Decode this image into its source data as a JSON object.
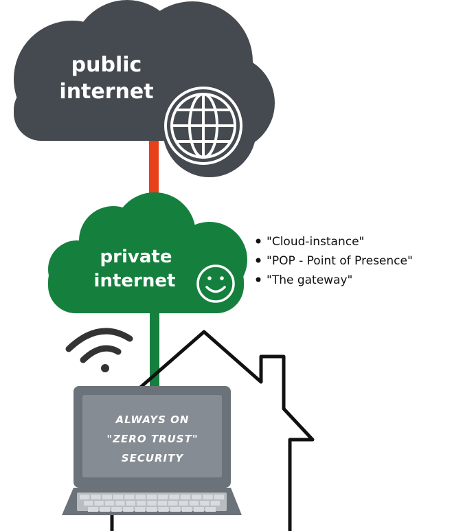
{
  "public_cloud": {
    "line1": "public",
    "line2": "internet",
    "icon": "globe-icon"
  },
  "private_cloud": {
    "line1": "private",
    "line2": "internet",
    "icon": "smiley-icon"
  },
  "bullets": [
    "\"Cloud-instance\"",
    "\"POP - Point of Presence\"",
    "\"The gateway\""
  ],
  "laptop_screen": {
    "line1": "ALWAYS ON",
    "line2": "\"ZERO TRUST\"",
    "line3": "SECURITY"
  },
  "icons": [
    "globe-icon",
    "smiley-icon",
    "wifi-icon",
    "house-outline-icon",
    "laptop-icon",
    "keyboard-icon"
  ],
  "colors": {
    "public_cloud": "#454a50",
    "private_cloud": "#15803d",
    "uplink": "#e8401a",
    "downlink": "#15803d",
    "laptop_body": "#6c7279",
    "laptop_screen": "#868c93",
    "keyboard": "#b8bdc2"
  }
}
